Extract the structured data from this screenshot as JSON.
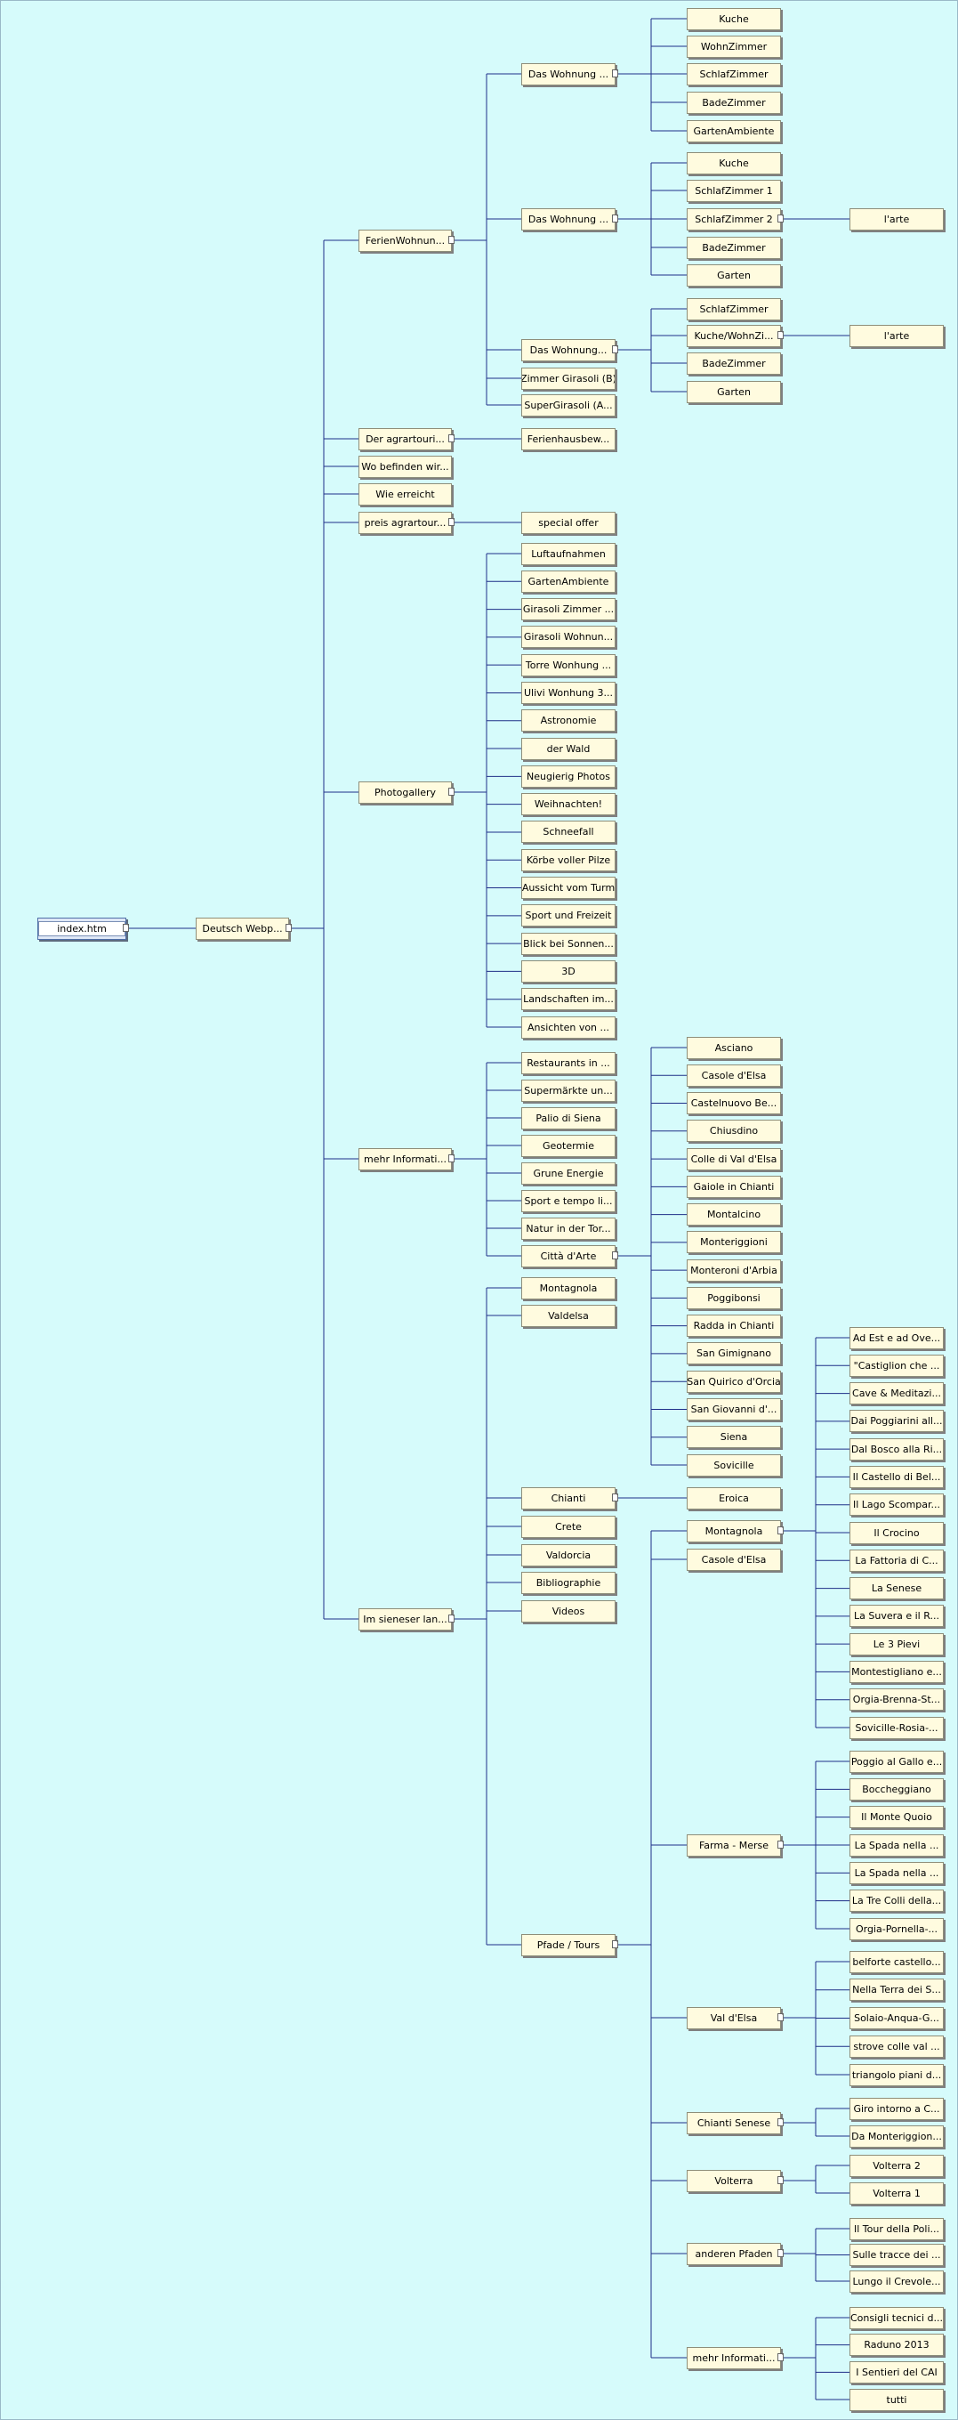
{
  "nodes": [
    {
      "id": "index",
      "label": "index.htm",
      "root": true,
      "parent": null
    },
    {
      "id": "dw",
      "label": "Deutsch Webp...",
      "parent": "index"
    },
    {
      "id": "fw",
      "label": "FerienWohnun...",
      "parent": "dw"
    },
    {
      "id": "da",
      "label": "Der agrartouri...",
      "parent": "dw"
    },
    {
      "id": "wb",
      "label": "Wo befinden wir...",
      "parent": "dw"
    },
    {
      "id": "we",
      "label": "Wie erreicht",
      "parent": "dw"
    },
    {
      "id": "pa",
      "label": "preis agrartour...",
      "parent": "dw"
    },
    {
      "id": "pg",
      "label": "Photogallery",
      "parent": "dw"
    },
    {
      "id": "mi",
      "label": "mehr Informati...",
      "parent": "dw"
    },
    {
      "id": "is",
      "label": "Im sieneser lan...",
      "parent": "dw"
    },
    {
      "id": "dw1",
      "label": "Das Wohnung ...",
      "parent": "fw"
    },
    {
      "id": "dw2",
      "label": "Das Wohnung ...",
      "parent": "fw"
    },
    {
      "id": "dw3",
      "label": "Das  Wohnung...",
      "parent": "fw"
    },
    {
      "id": "zg",
      "label": "Zimmer Girasoli (B)",
      "parent": "fw"
    },
    {
      "id": "sg",
      "label": "SuperGirasoli (A...",
      "parent": "fw"
    },
    {
      "id": "k1",
      "label": "Kuche",
      "parent": "dw1"
    },
    {
      "id": "wz1",
      "label": "WohnZimmer",
      "parent": "dw1"
    },
    {
      "id": "sz1",
      "label": "SchlafZimmer",
      "parent": "dw1"
    },
    {
      "id": "bz1",
      "label": "BadeZimmer",
      "parent": "dw1"
    },
    {
      "id": "ga1",
      "label": "GartenAmbiente",
      "parent": "dw1"
    },
    {
      "id": "k2",
      "label": "Kuche",
      "parent": "dw2"
    },
    {
      "id": "sz21",
      "label": "SchlafZimmer 1",
      "parent": "dw2"
    },
    {
      "id": "sz22",
      "label": "SchlafZimmer 2",
      "parent": "dw2"
    },
    {
      "id": "bz2",
      "label": "BadeZimmer",
      "parent": "dw2"
    },
    {
      "id": "g2",
      "label": "Garten",
      "parent": "dw2"
    },
    {
      "id": "arte1",
      "label": "l'arte",
      "parent": "sz22"
    },
    {
      "id": "sz3",
      "label": "SchlafZimmer",
      "parent": "dw3"
    },
    {
      "id": "kw3",
      "label": "Kuche/WohnZi...",
      "parent": "dw3"
    },
    {
      "id": "bz3",
      "label": "BadeZimmer",
      "parent": "dw3"
    },
    {
      "id": "g3",
      "label": "Garten",
      "parent": "dw3"
    },
    {
      "id": "arte2",
      "label": "l'arte",
      "parent": "kw3"
    },
    {
      "id": "fhb",
      "label": "Ferienhausbew...",
      "parent": "da"
    },
    {
      "id": "so",
      "label": "special offer",
      "parent": "pa"
    },
    {
      "id": "p1",
      "label": "Luftaufnahmen",
      "parent": "pg"
    },
    {
      "id": "p2",
      "label": "GartenAmbiente",
      "parent": "pg"
    },
    {
      "id": "p3",
      "label": "Girasoli Zimmer ...",
      "parent": "pg"
    },
    {
      "id": "p4",
      "label": "Girasoli Wohnun...",
      "parent": "pg"
    },
    {
      "id": "p5",
      "label": "Torre Wonhung ...",
      "parent": "pg"
    },
    {
      "id": "p6",
      "label": "Ulivi Wonhung 3...",
      "parent": "pg"
    },
    {
      "id": "p7",
      "label": "Astronomie",
      "parent": "pg"
    },
    {
      "id": "p8",
      "label": "der Wald",
      "parent": "pg"
    },
    {
      "id": "p9",
      "label": "Neugierig Photos",
      "parent": "pg"
    },
    {
      "id": "p10",
      "label": "Weihnachten!",
      "parent": "pg"
    },
    {
      "id": "p11",
      "label": "Schneefall",
      "parent": "pg"
    },
    {
      "id": "p12",
      "label": "Körbe voller Pilze",
      "parent": "pg"
    },
    {
      "id": "p13",
      "label": "Aussicht vom Turm",
      "parent": "pg"
    },
    {
      "id": "p14",
      "label": "Sport und Freizeit",
      "parent": "pg"
    },
    {
      "id": "p15",
      "label": "Blick bei Sonnen...",
      "parent": "pg"
    },
    {
      "id": "p16",
      "label": "3D",
      "parent": "pg"
    },
    {
      "id": "p17",
      "label": "Landschaften im...",
      "parent": "pg"
    },
    {
      "id": "p18",
      "label": "Ansichten von ...",
      "parent": "pg"
    },
    {
      "id": "m1",
      "label": "Restaurants in ...",
      "parent": "mi"
    },
    {
      "id": "m2",
      "label": "Supermärkte un...",
      "parent": "mi"
    },
    {
      "id": "m3",
      "label": "Palio di Siena",
      "parent": "mi"
    },
    {
      "id": "m4",
      "label": "Geotermie",
      "parent": "mi"
    },
    {
      "id": "m5",
      "label": "Grune Energie",
      "parent": "mi"
    },
    {
      "id": "m6",
      "label": "Sport e tempo li...",
      "parent": "mi"
    },
    {
      "id": "m7",
      "label": "Natur in der Tor...",
      "parent": "mi"
    },
    {
      "id": "m8",
      "label": "Città d'Arte",
      "parent": "mi"
    },
    {
      "id": "c1",
      "label": "Asciano",
      "parent": "m8"
    },
    {
      "id": "c2",
      "label": "Casole d'Elsa",
      "parent": "m8"
    },
    {
      "id": "c3",
      "label": "Castelnuovo Be...",
      "parent": "m8"
    },
    {
      "id": "c4",
      "label": "Chiusdino",
      "parent": "m8"
    },
    {
      "id": "c5",
      "label": "Colle di Val d'Elsa",
      "parent": "m8"
    },
    {
      "id": "c6",
      "label": "Gaiole in Chianti",
      "parent": "m8"
    },
    {
      "id": "c7",
      "label": "Montalcino",
      "parent": "m8"
    },
    {
      "id": "c8",
      "label": "Monteriggioni",
      "parent": "m8"
    },
    {
      "id": "c9",
      "label": "Monteroni d'Arbia",
      "parent": "m8"
    },
    {
      "id": "c10",
      "label": "Poggibonsi",
      "parent": "m8"
    },
    {
      "id": "c11",
      "label": "Radda in Chianti",
      "parent": "m8"
    },
    {
      "id": "c12",
      "label": "San Gimignano",
      "parent": "m8"
    },
    {
      "id": "c13",
      "label": "San Quirico d'Orcia",
      "parent": "m8"
    },
    {
      "id": "c14",
      "label": "San Giovanni d'...",
      "parent": "m8"
    },
    {
      "id": "c15",
      "label": "Siena",
      "parent": "m8"
    },
    {
      "id": "c16",
      "label": "Sovicille",
      "parent": "m8"
    },
    {
      "id": "s1",
      "label": "Montagnola",
      "parent": "is"
    },
    {
      "id": "s2",
      "label": "Valdelsa",
      "parent": "is"
    },
    {
      "id": "s3",
      "label": "Chianti",
      "parent": "is"
    },
    {
      "id": "s4",
      "label": "Crete",
      "parent": "is"
    },
    {
      "id": "s5",
      "label": "Valdorcia",
      "parent": "is"
    },
    {
      "id": "s6",
      "label": "Bibliographie",
      "parent": "is"
    },
    {
      "id": "s7",
      "label": "Videos",
      "parent": "is"
    },
    {
      "id": "s8",
      "label": "Pfade / Tours",
      "parent": "is"
    },
    {
      "id": "er",
      "label": "Eroica",
      "parent": "s3"
    },
    {
      "id": "t1",
      "label": "Montagnola",
      "parent": "s8"
    },
    {
      "id": "t2",
      "label": "Casole d'Elsa",
      "parent": "s8"
    },
    {
      "id": "t3",
      "label": "Farma - Merse",
      "parent": "s8"
    },
    {
      "id": "t4",
      "label": "Val d'Elsa",
      "parent": "s8"
    },
    {
      "id": "t5",
      "label": "Chianti Senese",
      "parent": "s8"
    },
    {
      "id": "t6",
      "label": "Volterra",
      "parent": "s8"
    },
    {
      "id": "t7",
      "label": "anderen Pfaden",
      "parent": "s8"
    },
    {
      "id": "t8",
      "label": "mehr Informati...",
      "parent": "s8"
    },
    {
      "id": "a1",
      "label": "Ad Est e ad Ove...",
      "parent": "t1"
    },
    {
      "id": "a2",
      "label": "\"Castiglion che ...",
      "parent": "t1"
    },
    {
      "id": "a3",
      "label": "Cave &amp; Meditazi...",
      "parent": "t1"
    },
    {
      "id": "a4",
      "label": "Dai Poggiarini all...",
      "parent": "t1"
    },
    {
      "id": "a5",
      "label": "Dal Bosco alla Ri...",
      "parent": "t1"
    },
    {
      "id": "a6",
      "label": "Il Castello di Bel...",
      "parent": "t1"
    },
    {
      "id": "a7",
      "label": "Il Lago Scompar...",
      "parent": "t1"
    },
    {
      "id": "a8",
      "label": "Il Crocino",
      "parent": "t1"
    },
    {
      "id": "a9",
      "label": "La Fattoria di C...",
      "parent": "t1"
    },
    {
      "id": "a10",
      "label": "La Senese",
      "parent": "t1"
    },
    {
      "id": "a11",
      "label": "La Suvera e il R...",
      "parent": "t1"
    },
    {
      "id": "a12",
      "label": "Le 3 Pievi",
      "parent": "t1"
    },
    {
      "id": "a13",
      "label": "Montestigliano e...",
      "parent": "t1"
    },
    {
      "id": "a14",
      "label": "Orgia-Brenna-St...",
      "parent": "t1"
    },
    {
      "id": "a15",
      "label": "Sovicille-Rosia-...",
      "parent": "t1"
    },
    {
      "id": "b1",
      "label": "Poggio al Gallo e...",
      "parent": "t3"
    },
    {
      "id": "b2",
      "label": "Boccheggiano",
      "parent": "t3"
    },
    {
      "id": "b3",
      "label": "Il Monte Quoio",
      "parent": "t3"
    },
    {
      "id": "b4",
      "label": "La Spada nella ...",
      "parent": "t3"
    },
    {
      "id": "b5",
      "label": "La Spada nella ...",
      "parent": "t3"
    },
    {
      "id": "b6",
      "label": "La Tre Colli della...",
      "parent": "t3"
    },
    {
      "id": "b7",
      "label": "Orgia-Pornella-...",
      "parent": "t3"
    },
    {
      "id": "v1",
      "label": "belforte castello...",
      "parent": "t4"
    },
    {
      "id": "v2",
      "label": "Nella Terra dei S...",
      "parent": "t4"
    },
    {
      "id": "v3",
      "label": "Solaio-Anqua-G...",
      "parent": "t4"
    },
    {
      "id": "v4",
      "label": "strove colle val ...",
      "parent": "t4"
    },
    {
      "id": "v5",
      "label": "triangolo piani d...",
      "parent": "t4"
    },
    {
      "id": "cs1",
      "label": "Giro intorno a C...",
      "parent": "t5"
    },
    {
      "id": "cs2",
      "label": "Da Monteriggion...",
      "parent": "t5"
    },
    {
      "id": "vo1",
      "label": "Volterra 2",
      "parent": "t6"
    },
    {
      "id": "vo2",
      "label": "Volterra 1",
      "parent": "t6"
    },
    {
      "id": "ap1",
      "label": "Il Tour della Poli...",
      "parent": "t7"
    },
    {
      "id": "ap2",
      "label": "Sulle tracce dei ...",
      "parent": "t7"
    },
    {
      "id": "ap3",
      "label": "Lungo il Crevole...",
      "parent": "t7"
    },
    {
      "id": "mi1",
      "label": "Consigli tecnici d...",
      "parent": "t8"
    },
    {
      "id": "mi2",
      "label": "Raduno 2013",
      "parent": "t8"
    },
    {
      "id": "mi3",
      "label": "I Sentieri del CAI",
      "parent": "t8"
    },
    {
      "id": "mi4",
      "label": "tutti",
      "parent": "t8"
    }
  ]
}
